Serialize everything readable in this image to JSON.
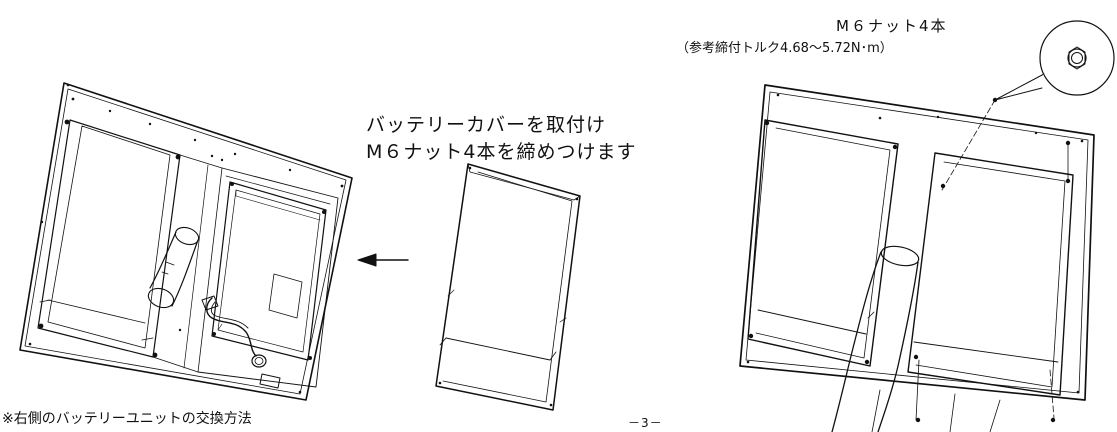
{
  "callouts": {
    "nut_title": "M６ナット4本",
    "torque": "（参考締付トルク4.68～5.72N･m）",
    "instruction_line1": "バッテリーカバーを取付け",
    "instruction_line2": "M６ナット4本を締めつけます",
    "footnote": "※右側のバッテリーユニットの交換方法",
    "page_number": "－3－"
  },
  "icons": {
    "direction": "arrow-left-icon",
    "nut": "hex-nut-icon"
  },
  "colors": {
    "line": "#111111",
    "background": "#ffffff"
  }
}
